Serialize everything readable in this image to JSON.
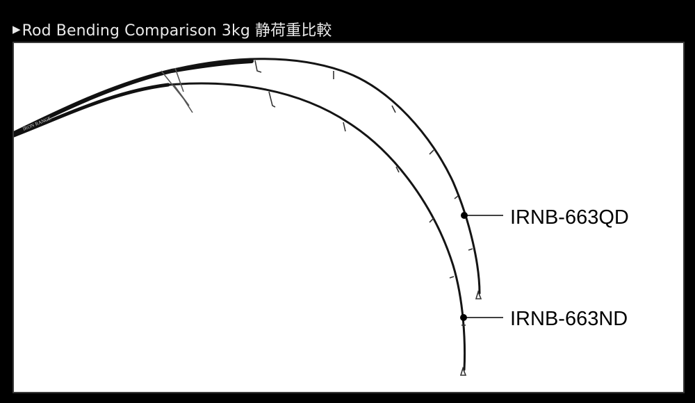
{
  "title": "Rod Bending Comparison 3kg 静荷重比較",
  "title_marker_icon": "triangle-right-icon",
  "colors": {
    "background": "#000000",
    "panel": "#ffffff",
    "rod": "#111111",
    "title_text": "#e9e9e9"
  },
  "rods": [
    {
      "id": "qd",
      "label": "IRNB-663QD"
    },
    {
      "id": "nd",
      "label": "IRNB-663ND"
    }
  ],
  "rod_brand_text": "IRON RANGE"
}
